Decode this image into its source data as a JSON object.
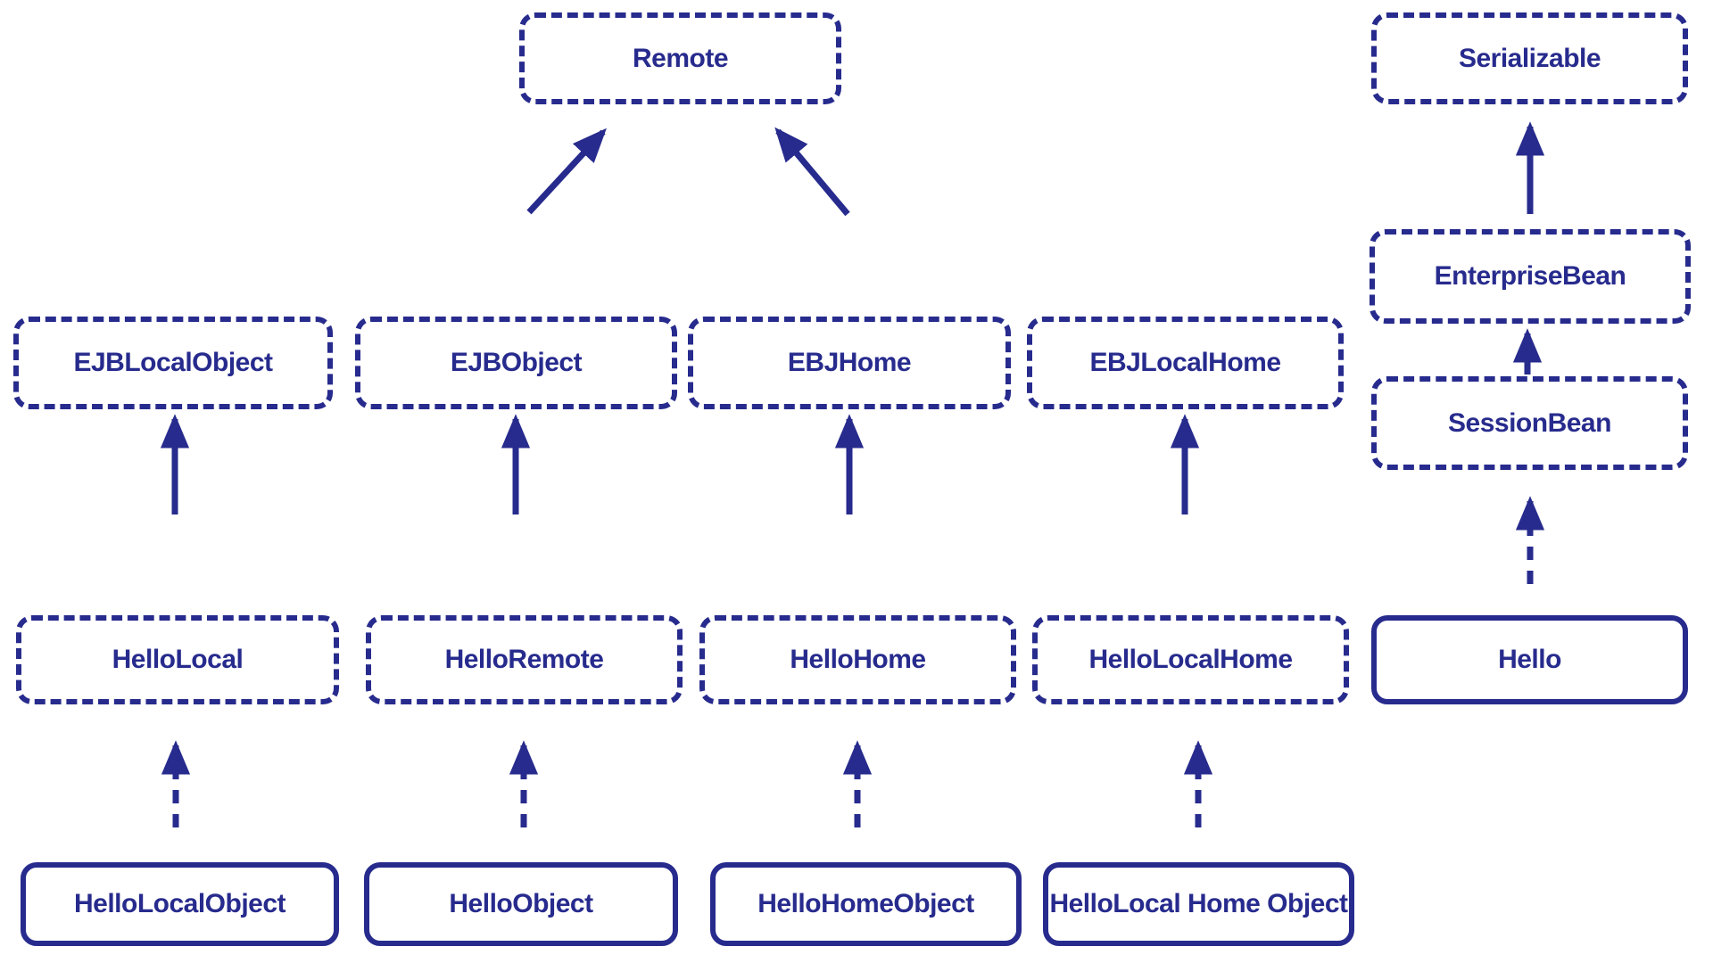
{
  "diagram": {
    "colors": {
      "ink": "#272b8d",
      "background": "#ffffff"
    },
    "nodes": {
      "remote": {
        "label": "Remote",
        "border": "dashed"
      },
      "serializable": {
        "label": "Serializable",
        "border": "dashed"
      },
      "enterprisebean": {
        "label": "EnterpriseBean",
        "border": "dashed"
      },
      "ejblocalobject": {
        "label": "EJBLocalObject",
        "border": "dashed"
      },
      "ejbobject": {
        "label": "EJBObject",
        "border": "dashed"
      },
      "ebjhome": {
        "label": "EBJHome",
        "border": "dashed"
      },
      "ebjlocalhome": {
        "label": "EBJLocalHome",
        "border": "dashed"
      },
      "sessionbean": {
        "label": "SessionBean",
        "border": "dashed"
      },
      "hellolocal": {
        "label": "HelloLocal",
        "border": "dashed"
      },
      "helloremote": {
        "label": "HelloRemote",
        "border": "dashed"
      },
      "hellohome": {
        "label": "HelloHome",
        "border": "dashed"
      },
      "hellolocalhome": {
        "label": "HelloLocalHome",
        "border": "dashed"
      },
      "hello": {
        "label": "Hello",
        "border": "solid"
      },
      "hellolocalobject": {
        "label": "HelloLocalObject",
        "border": "solid"
      },
      "helloobject": {
        "label": "HelloObject",
        "border": "solid"
      },
      "hellohomeobject": {
        "label": "HelloHomeObject",
        "border": "solid"
      },
      "hellolocalhomeobject": {
        "label": "HelloLocal Home Object",
        "border": "solid"
      }
    },
    "edges": [
      {
        "from": "EJBObject",
        "to": "Remote",
        "style": "solid"
      },
      {
        "from": "EBJHome",
        "to": "Remote",
        "style": "solid"
      },
      {
        "from": "HelloLocal",
        "to": "EJBLocalObject",
        "style": "solid"
      },
      {
        "from": "HelloRemote",
        "to": "EJBObject",
        "style": "solid"
      },
      {
        "from": "HelloHome",
        "to": "EBJHome",
        "style": "solid"
      },
      {
        "from": "HelloLocalHome",
        "to": "EBJLocalHome",
        "style": "solid"
      },
      {
        "from": "EnterpriseBean",
        "to": "Serializable",
        "style": "solid"
      },
      {
        "from": "SessionBean",
        "to": "EnterpriseBean",
        "style": "solid"
      },
      {
        "from": "HelloLocalObject",
        "to": "HelloLocal",
        "style": "dashed"
      },
      {
        "from": "HelloObject",
        "to": "HelloRemote",
        "style": "dashed"
      },
      {
        "from": "HelloHomeObject",
        "to": "HelloHome",
        "style": "dashed"
      },
      {
        "from": "HelloLocal Home Object",
        "to": "HelloLocalHome",
        "style": "dashed"
      },
      {
        "from": "Hello",
        "to": "SessionBean",
        "style": "dashed"
      }
    ]
  }
}
